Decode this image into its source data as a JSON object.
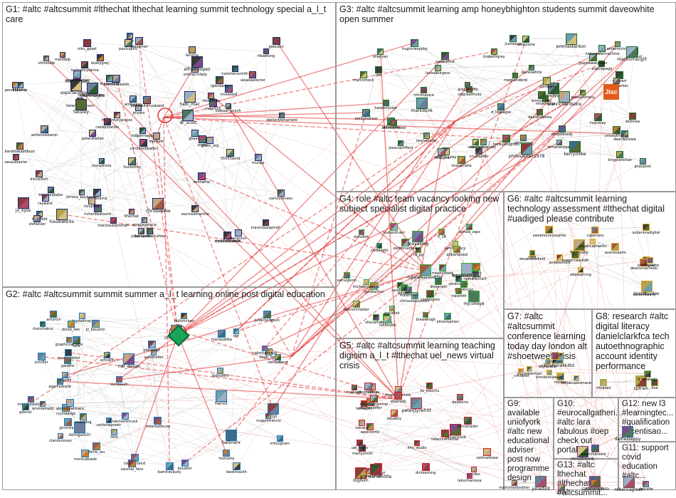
{
  "groups": [
    {
      "id": "G1",
      "title": "G1: #altc #altcsummit #lthechat lthechat learning summit technology special a_l_t care"
    },
    {
      "id": "G3",
      "title": "G3: #altc #altcsummit learning amp honeybhighton students summit daveowhite open summer"
    },
    {
      "id": "G2",
      "title": "G2: #altc #altcsummit summit summer a_l_t learning online post digital education"
    },
    {
      "id": "G4",
      "title": "G4: role #altc team vacancy looking new subject specialist digital practice"
    },
    {
      "id": "G6",
      "title": "G6: #altc #altcsummit learning technology assessment #lthechat digital #uadiged please contribute"
    },
    {
      "id": "G7",
      "title": "G7: #altc #altcsummit conference learning today day london alt #shoetweet crisis"
    },
    {
      "id": "G8",
      "title": "G8: research #altc digital literacy danielclarkfca tech autoethnographic account identity performance"
    },
    {
      "id": "G5",
      "title": "G5: #altc #altcsummit learning teaching digisim a_l_t #lthechat uel_news virtual crisis"
    },
    {
      "id": "G9",
      "title": "G9: available uniofyork #altc new educational adviser post now programme design"
    },
    {
      "id": "G10",
      "title": "G10: #eurocallgatheri... #altc lara fabulous #oep check out portal..."
    },
    {
      "id": "G12",
      "title": "G12: new l3 #learningtec... #qualification ascentisao..."
    },
    {
      "id": "G11",
      "title": "G11: support covid education #altc..."
    },
    {
      "id": "G13",
      "title": "G13: #altc lthechat #lthechat #altcsummit..."
    }
  ],
  "nodes": {
    "G1": [
      "hadi_mac",
      "onlinecrslady",
      "mdgr105",
      "ctitalukeradio",
      "ashbrookbaron",
      "marylouiseroman",
      "hammerssmith",
      "bernardinecottes",
      "lthechat",
      "chrisbeelbe",
      "dmcelliott",
      "thecenturyplaces",
      "cbhome",
      "puddleofpoets",
      "carolinedibarto",
      "baraldakajidbuzz",
      "peterdfarker",
      "muraaj",
      "dr_scott",
      "drhalioucastle",
      "eacrosamantha",
      "rtbeetong",
      "richardwatsonk",
      "dl_tc",
      "cryanodblanch",
      "pendleberm",
      "jjbeard",
      "alfredolopez",
      "ambantes",
      "helencbeetham",
      "profd",
      "lodgermagus",
      "sesaulbaxter",
      "ofmoodle",
      "mxstuffing",
      "kmcfield",
      "sopicfaroolong",
      "nickafarm",
      "gluon_org",
      "bklinfeldbaba",
      "jmyers",
      "cwileystation",
      "marendasspinall",
      "niku_gavel",
      "gleesonr",
      "haudiworks",
      "carlclarkness",
      "mprestamp",
      "stefwisler",
      "mrsprice",
      "alaasiaelecter",
      "nnewlard",
      "lenmarfal",
      "rgainlacky",
      "fakstey",
      "lauradickie",
      "chrissy_buchanan",
      "rayward",
      "lesleygrey",
      "paulcaptiv",
      "simonmorgan",
      "juliacayden",
      "marriem",
      "seanmagee",
      "jackoreillyhusband",
      "55555amd",
      "danasson",
      "ssessar_psych",
      "sessurrier",
      "denierbrenamore",
      "huckofrey",
      "samuelkwalsh",
      "jo_kyss",
      "holmaticjoanna",
      "taruma",
      "maribelp",
      "ameliaastoria"
    ],
    "G3": [
      "uniofyork",
      "lorrainecopes",
      "leseyscutts",
      "sidgreatfruits",
      "amieminton",
      "hughcreepyby",
      "louisomelia",
      "nmathsoes",
      "jcarteaux",
      "kerryinlike",
      "megsandbird",
      "seanhart",
      "danbonwesley",
      "swnrand",
      "lizabethgrey",
      "jessicaclifford",
      "mdt_clayley",
      "mtrimvoice",
      "alanrichardsons",
      "deanleelowe",
      "daveowhite",
      "honeybhighton",
      "alexjoarre",
      "gregarcliffe",
      "ekrennans",
      "emilymoliver",
      "ollieryan",
      "philosopher1978",
      "gwasotoheny",
      "stefwarr",
      "d_lilepages",
      "angelapage",
      "lisanmay",
      "jamesclay",
      "crustapher",
      "tulipluca",
      "emmastanton",
      "sarahbone",
      "charlieparkes",
      "davidhopkins",
      "louiseburgess",
      "stevewheeler",
      "marcomock",
      "joannewarjohan",
      "gnaspoot",
      "martinmacgill",
      "c0maghl",
      "drnoelbrady",
      "willshea",
      "unisouthamp",
      "emma_alec",
      "kingstonkhan",
      "jisc",
      "harperlouise",
      "markdunk",
      "nomadwarmachine"
    ],
    "G2": [
      "ballinerx",
      "sunbeach",
      "monicablade",
      "barnheeljudy",
      "rhonchakra",
      "ilpbruhmf",
      "bouwler",
      "bigdadmac",
      "lobbertsend",
      "heriot",
      "julianhodgson",
      "manchesterjoe",
      "fonte_wu",
      "jdavies",
      "aatsdrefen",
      "marktudshol",
      "schowin",
      "crystaedgc",
      "christianhill",
      "jomiller",
      "rainbowgreen",
      "jpmmilan",
      "miltonchan",
      "mariasaliba",
      "alexhillpartners",
      "msmaria",
      "amyrich",
      "sonigalvin",
      "arumiarnold",
      "meerkatmuse",
      "gareths",
      "jo_bouston",
      "plotscript",
      "sasshai_fans",
      "pearcedoyre",
      "hugh_lamb",
      "rldr_daniel",
      "taintsellstruck",
      "tails",
      "mfoulgram",
      "clandonovan",
      "wobbling",
      "gdonal",
      "cbroadbent",
      "dgr",
      "cjyl",
      "graphicnarrativ",
      "tbtd",
      "dsrob_ken",
      "calmingsense",
      "nugentfrancis",
      "leedshealth"
    ],
    "G4": [
      "mjcollege",
      "rd_gg",
      "liaison",
      "alisonbaines",
      "sarahdaly",
      "eathersamea",
      "jarvislegacy",
      "fashionmaster",
      "drrennett",
      "mayalong",
      "jonatanhol",
      "chrisceauxyouth",
      "mbwhitfield",
      "mstermen",
      "lhmmtlestone",
      "brewersigh",
      "annafink",
      "pdzkes",
      "ngalarkeloodtfer",
      "sllanatheray",
      "cbrandcats",
      "dsmithcpo",
      "abbartwood",
      "rqmarkchart",
      "louiseutnam",
      "jaswp",
      "clarkbones",
      "kaydeedigital",
      "dgnzlink",
      "tarrala_zaps",
      "samvglenn",
      "michaelvbaggs",
      "lf_14",
      "nwsmith",
      "sarsilaght",
      "ndrkhobb"
    ],
    "G6": [
      "tracysky",
      "lauraisoul",
      "donaleesofield",
      "sudanoradigital",
      "deansmachado",
      "ebalearning",
      "janebennett",
      "lawbertwarbolt",
      "kasyerbeany",
      "brendasdoo",
      "avanessami",
      "sweetsunnysophie",
      "loveyvette",
      "angelicajmartin",
      "cigamora",
      "natd"
    ],
    "G7": [
      "chrishonekkiltd",
      "blarowe",
      "hdsteo",
      "kimsbrenpeaks",
      "guywaterman",
      "_cricketer",
      "ninjaksalesmane",
      "drylesskin"
    ],
    "G8": [
      "cptrain",
      "ltmanes",
      "ltsa",
      "d_lanwerbi"
    ],
    "G5": [
      "jelliarmus",
      "pandos",
      "sourtendiffer",
      "johnstrader",
      "ksotacro",
      "noeoy",
      "dcrsagz",
      "allconditions",
      "fireproofphoto",
      "peterjtyrwhitt",
      "rebelmontemer",
      "ltc_educhu",
      "lechapiro",
      "lmv_studio",
      "lakunhanleya",
      "daddsmo",
      "dmlearning",
      "ecaltunimantel",
      "digisim",
      "ozdrsalinear",
      "ailsaboy",
      "aeonlorms",
      "martysmith",
      "uel_news",
      "isacaca",
      "christiancentral",
      "ebamtek",
      "grsheenwhittle"
    ],
    "G9": [
      "jonedvill",
      "martinfairbrother"
    ],
    "G10": [
      "mnottlomb",
      "sarahmarwick_l"
    ],
    "G12": [
      "dalfiesteppy"
    ],
    "G11": [
      "rebeccagreen",
      "dmcafie"
    ],
    "G13": [
      "saraholiviero",
      "rsicily",
      "abusevkin"
    ]
  },
  "hubs": {
    "jisc_label": "Jisc"
  }
}
